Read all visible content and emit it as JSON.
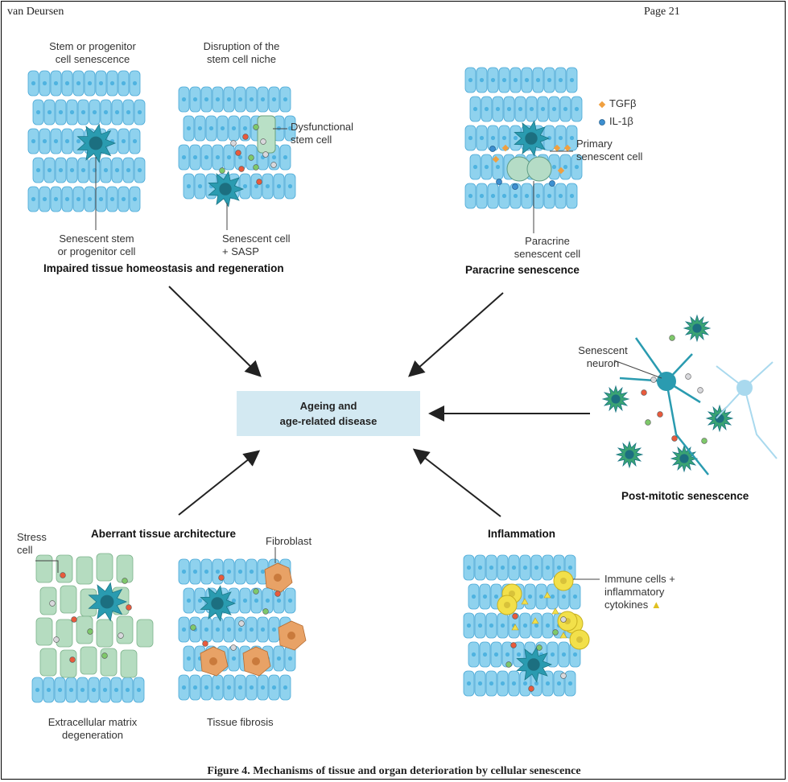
{
  "header": {
    "left": "van Deursen",
    "right": "Page 21"
  },
  "panels": {
    "stem": {
      "title_l1": "Stem or progenitor",
      "title_l2": "cell senescence",
      "callout_l1": "Senescent stem",
      "callout_l2": "or progenitor cell"
    },
    "niche": {
      "title_l1": "Disruption of the",
      "title_l2": "stem cell niche",
      "callout1_l1": "Dysfunctional",
      "callout1_l2": "stem cell",
      "callout2_l1": "Senescent cell",
      "callout2_l2": "+ SASP"
    },
    "homeostasis_title": "Impaired tissue homeostasis and regeneration",
    "paracrine": {
      "legend_tgf": "TGFβ",
      "legend_il": "IL-1β",
      "primary_l1": "Primary",
      "primary_l2": "senescent cell",
      "paracrine_l1": "Paracrine",
      "paracrine_l2": "senescent cell",
      "title": "Paracrine senescence"
    },
    "neuron": {
      "callout_l1": "Senescent",
      "callout_l2": "neuron",
      "title": "Post-mitotic senescence"
    },
    "aberrant": {
      "title": "Aberrant tissue architecture",
      "stress_l1": "Stress",
      "stress_l2": "cell",
      "fibroblast": "Fibroblast",
      "ecm_l1": "Extracellular matrix",
      "ecm_l2": "degeneration",
      "fibrosis": "Tissue fibrosis"
    },
    "inflammation": {
      "title": "Inflammation",
      "immune_l1": "Immune cells +",
      "immune_l2": "inflammatory",
      "immune_l3": "cytokines"
    }
  },
  "center": {
    "line1": "Ageing and",
    "line2": "age-related disease"
  },
  "caption": "Figure 4. Mechanisms of tissue and organ deterioration by cellular senescence",
  "colors": {
    "tissue_cell": "#8fd2ee",
    "tissue_edge": "#4aa8d6",
    "nucleus": "#4fb3e0",
    "senescent": "#2a9bb0",
    "stress_cell": "#b5dcc0",
    "fibroblast": "#e8a266",
    "immune": "#f2e04a",
    "center_box": "#d3e9f2",
    "microglia": "#3aa373",
    "neuron_faint": "#a9d9ee"
  }
}
